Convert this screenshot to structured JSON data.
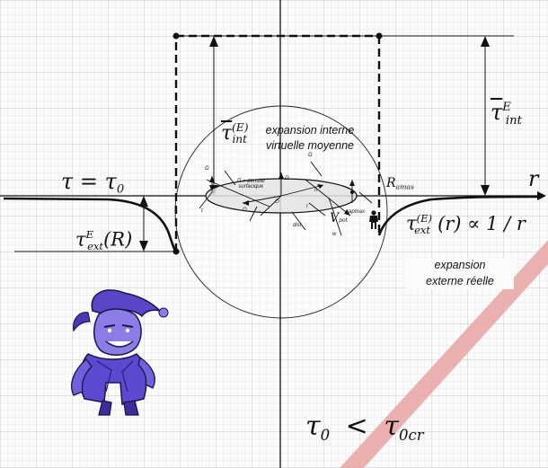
{
  "labels": {
    "tau_eq": "τ = τ",
    "tau_eq_sub": "0",
    "axis_r": "r",
    "r_amas": "R",
    "r_amas_sub": "amas",
    "tau_int_top": "τ",
    "tau_int_top_sup": "E",
    "tau_int_top_sub": "int",
    "tau_int_center": "τ",
    "tau_int_center_sup": "(E)",
    "tau_int_center_sub": "int",
    "expansion_interne_line1": "expansion interne",
    "expansion_interne_line2": "virtuelle moyenne",
    "tau_ext_left": "τ",
    "tau_ext_left_sup": "E",
    "tau_ext_left_sub": "ext",
    "tau_ext_left_arg": "(R)",
    "tau_ext_right": "τ",
    "tau_ext_right_sup": "(E)",
    "tau_ext_right_sub": "ext",
    "tau_ext_right_rest": "(r) ∝ 1 / r",
    "expansion_externe_line1": "expansion",
    "expansion_externe_line2": "externe réelle",
    "bottom_tau": "τ",
    "bottom_tau_sub": "0",
    "bottom_lt": "<",
    "bottom_tau2": "τ",
    "bottom_tau2_sub": "0cr"
  },
  "inset": {
    "pi_label": "Π = densité",
    "pi_label2": "surfacique",
    "omega": "Ω",
    "dist": "dist",
    "rapmax": "rapmax",
    "v": "V",
    "pot": "pot",
    "o": "O",
    "n": "n",
    "r": "r",
    "t": "t",
    "w": "w"
  },
  "colors": {
    "grid": "#cfcfcf",
    "red_band": "#e8a3a3",
    "mascot": "#6b5bd6"
  },
  "icons": [
    "person-icon",
    "mascot-jester-illustration"
  ]
}
